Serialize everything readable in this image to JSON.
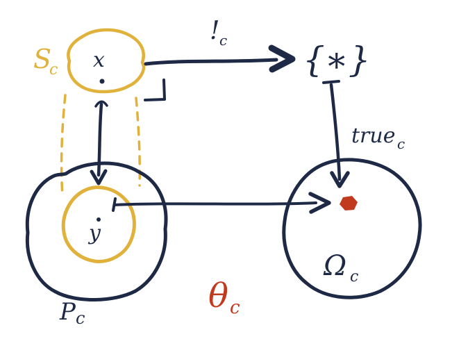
{
  "diagram": {
    "description": "Hand-drawn topos-theory pullback diagram: characteristic map of a subobject via the subobject classifier",
    "colors": {
      "navy": "#1e2a45",
      "yellow": "#e0b23c",
      "red": "#c23a1e",
      "paper": "#ffffff"
    },
    "labels": {
      "s_main": "S",
      "s_sub": "c",
      "x": "x",
      "bang_main": "!",
      "bang_sub": "c",
      "star_set": "{∗}",
      "true_main": "true",
      "true_sub": "c",
      "y": "y",
      "p_main": "P",
      "p_sub": "c",
      "omega_main": "Ω",
      "omega_sub": "c",
      "theta_main": "θ",
      "theta_sub": "c"
    }
  }
}
